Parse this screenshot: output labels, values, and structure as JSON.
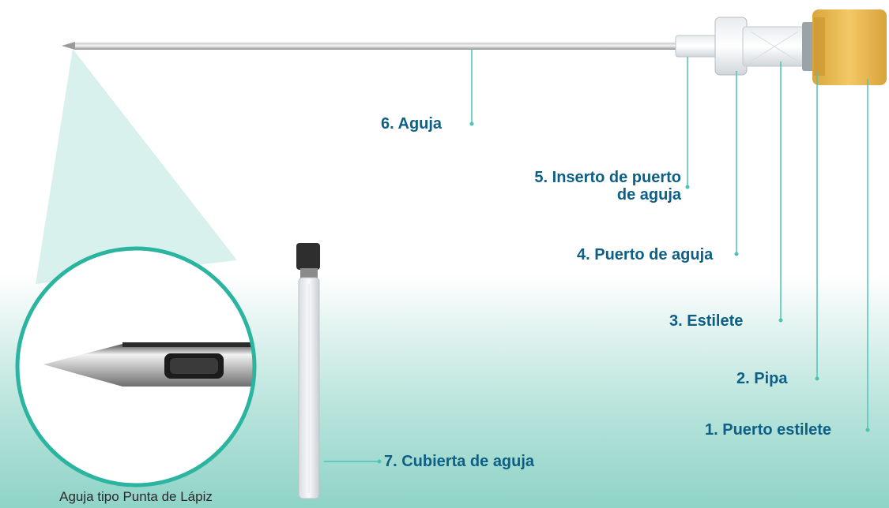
{
  "labels": {
    "aguja": "6. Aguja",
    "inserto_line1": "5. Inserto de puerto",
    "inserto_line2": "de aguja",
    "puerto_aguja": "4. Puerto de aguja",
    "estilete": "3. Estilete",
    "pipa": "2. Pipa",
    "puerto_estilete": "1. Puerto estilete",
    "cubierta": "7. Cubierta de aguja"
  },
  "caption": "Aguja tipo Punta de Lápiz",
  "colors": {
    "label_text": "#0d5f86",
    "leader_line": "#4fc3b3",
    "hub_yellow": "#e9b94a",
    "magnifier_ring": "#2bb5a0"
  }
}
